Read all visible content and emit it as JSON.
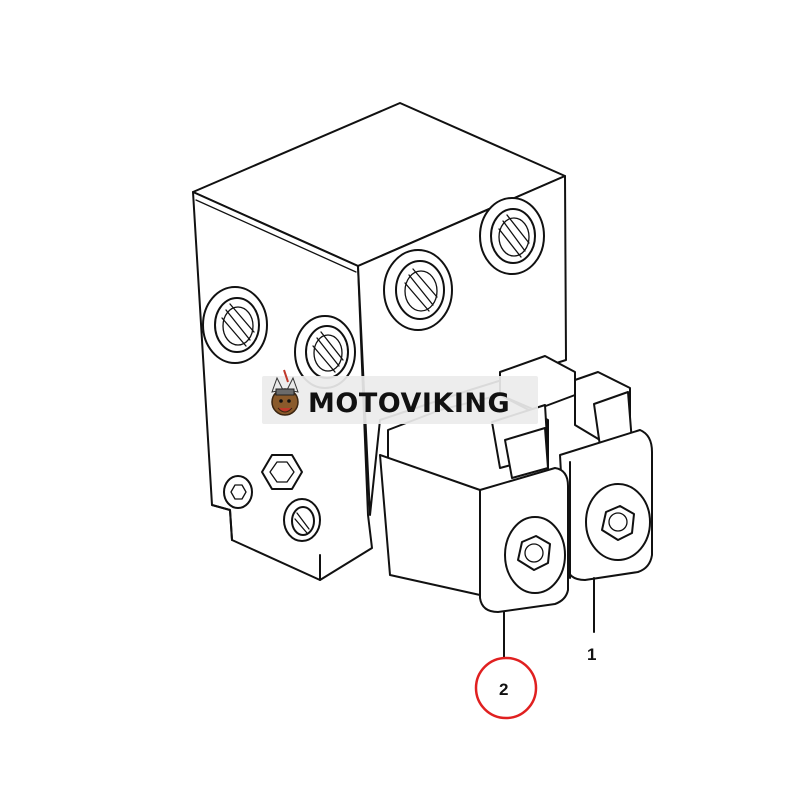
{
  "callouts": [
    {
      "id": "1",
      "label": "1",
      "highlighted": false
    },
    {
      "id": "2",
      "label": "2",
      "highlighted": true
    }
  ],
  "watermark": {
    "brand": "MOTOVIKING",
    "logo_icon": "viking-mascot-icon"
  },
  "colors": {
    "line": "#111111",
    "background": "#ffffff",
    "highlight_circle": "#e02020",
    "watermark_band": "#ececec",
    "logo_accent": "#c0392b"
  }
}
